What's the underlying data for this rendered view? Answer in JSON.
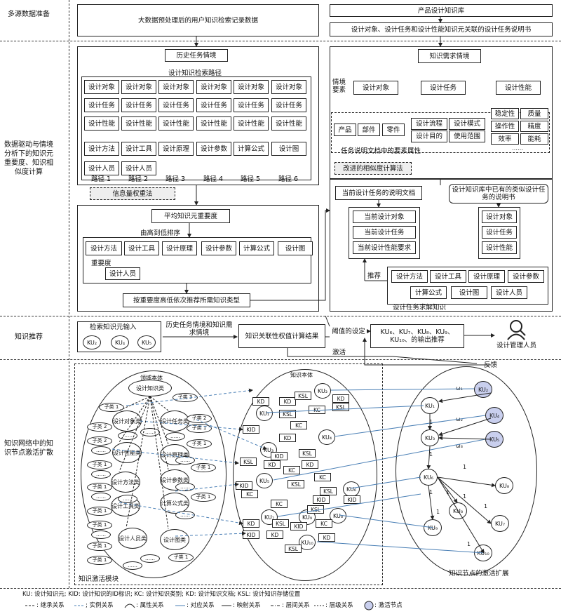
{
  "sections": [
    {
      "label": "多源数据准备"
    },
    {
      "label": "数据驱动与情境分析下的知识元重要度、知识相似度计算"
    },
    {
      "label": "知识推荐"
    },
    {
      "label": "知识网络中的知识节点激活扩散"
    }
  ],
  "row1": {
    "user_records": "大数据预处理后的用户知识检索记录数据",
    "product_lib": "产品设计知识库",
    "task_doc": "设计对象、设计任务和设计性能知识元关联的设计任务说明书"
  },
  "history": {
    "title": "历史任务情境",
    "path_title": "设计知识检索路径",
    "grid": [
      [
        "设计对象",
        "设计对象",
        "设计对象",
        "设计对象",
        "设计对象",
        "设计对象"
      ],
      [
        "设计任务",
        "设计任务",
        "设计任务",
        "设计任务",
        "设计任务",
        "设计任务"
      ],
      [
        "设计性能",
        "设计性能",
        "设计性能",
        "设计性能",
        "设计性能",
        "设计性能"
      ],
      [
        "设计方法",
        "设计工具",
        "设计原理",
        "设计参数",
        "计算公式",
        "设计图"
      ],
      [
        "设计人员",
        "设计人员"
      ]
    ],
    "paths": [
      "路径 1",
      "路径 2",
      "路径 3",
      "路径 4",
      "路径 5",
      "路径 6"
    ],
    "info_weight": "信息量权重法"
  },
  "importance": {
    "title": "平均知识元重要度",
    "sort": "由高到低排序",
    "items": [
      "设计方法",
      "设计工具",
      "设计原理",
      "设计参数",
      "计算公式",
      "设计图"
    ],
    "importance_label": "重要度",
    "person": "设计人员",
    "recommend": "按重要度高低依次推荐所需知识类型"
  },
  "demand": {
    "title": "知识需求情境",
    "element_label": "情境要素",
    "elements": [
      "设计对象",
      "设计任务",
      "设计性能"
    ],
    "obj_attrs": [
      "产品",
      "部件",
      "零件"
    ],
    "task_attrs": [
      "设计流程",
      "设计模式",
      "设计目的",
      "使用范围"
    ],
    "perf_attrs": [
      "稳定性",
      "质量",
      "操作性",
      "精度",
      "效率",
      "能耗",
      "……"
    ],
    "attr_caption": "任务说明文档中的要素属性",
    "similarity": "改进的相似度计算法"
  },
  "similar": {
    "current_doc": "当前设计任务的说明文档",
    "lib_doc": "设计知识库中已有的类似设计任务的说明书",
    "current_items": [
      "当前设计对象",
      "当前设计任务",
      "当前设计性能要求"
    ],
    "lib_items": [
      "设计对象",
      "设计任务",
      "设计性能"
    ],
    "recommend": "推荐",
    "solve_items": [
      "设计方法",
      "设计工具",
      "设计原理",
      "设计参数",
      "计算公式",
      "设计图",
      "设计人员"
    ],
    "solve_caption": "设计任务求解知识"
  },
  "recommend_row": {
    "input_title": "检索知识元输入",
    "inputs": [
      "KU₂",
      "KU₄",
      "KU₅"
    ],
    "context": "历史任务情境和知识需求情境",
    "calc": "知识关联性权值计算结果",
    "threshold": "阈值的设定",
    "output": "KU₆、KU₇、KU₈、KU₉、KU₁₀、的输出推荐",
    "manager": "设计管理人员",
    "activate": "激活",
    "feedback": "反馈"
  },
  "network": {
    "domain_title": "领域本体",
    "root": "设计知识类",
    "classes": [
      "设计对象类",
      "设计任务类",
      "设计性能类",
      "设计原理类",
      "设计方法类",
      "设计参数类",
      "设计工具类",
      "计算公式类",
      "设计人员类",
      "设计图类"
    ],
    "subclass1": "子类 1",
    "subclass2": "子类 2",
    "subclass3": "子类 3",
    "ellipsis": "……",
    "knowledge_title": "知识本体",
    "ku_nodes": [
      "KU₂",
      "KU₁",
      "KU₃",
      "KU₄",
      "KU₅",
      "KU₆",
      "KU₇",
      "KU₈",
      "KU₉",
      "KU₁₀"
    ],
    "attr_tags": [
      "KD",
      "KSL",
      "KID",
      "KC"
    ],
    "module_label": "知识激活模块",
    "spread_label": "知识节点的激活扩展",
    "spread_nodes": [
      "KU₂",
      "KU₁",
      "KU₄",
      "KU₃",
      "KU₅",
      "KU₆",
      "KU₈",
      "KU₉",
      "KU₇",
      "KU₁₀"
    ],
    "omegas": [
      "ω₁",
      "ω₂",
      "ω₃"
    ],
    "one": "1"
  },
  "legend": {
    "line1": "KU: 设计知识元; KID: 设计知识的ID标识; KC: 设计知识类别; KD: 设计知识文档; KSL: 设计知识存储位置",
    "items": [
      ": 继承关系",
      "; 实例关系",
      ": 属性关系",
      ": 对应关系",
      ": 映射关系",
      ": 层间关系",
      ": 层级关系",
      ": 激活节点"
    ]
  }
}
